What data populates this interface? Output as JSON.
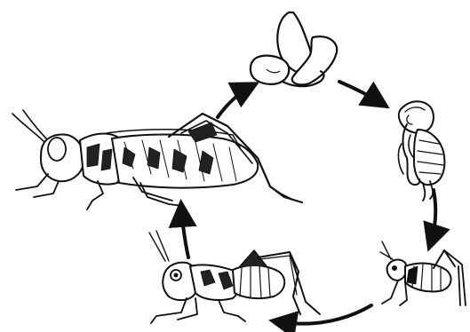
{
  "diagram": {
    "kind": "life-cycle",
    "stages_order": [
      "adult-grasshopper",
      "eggs",
      "newly-hatched-nymph",
      "young-nymph",
      "older-nymph"
    ],
    "stroke_color": "#111111",
    "fill_color": "#ffffff"
  }
}
